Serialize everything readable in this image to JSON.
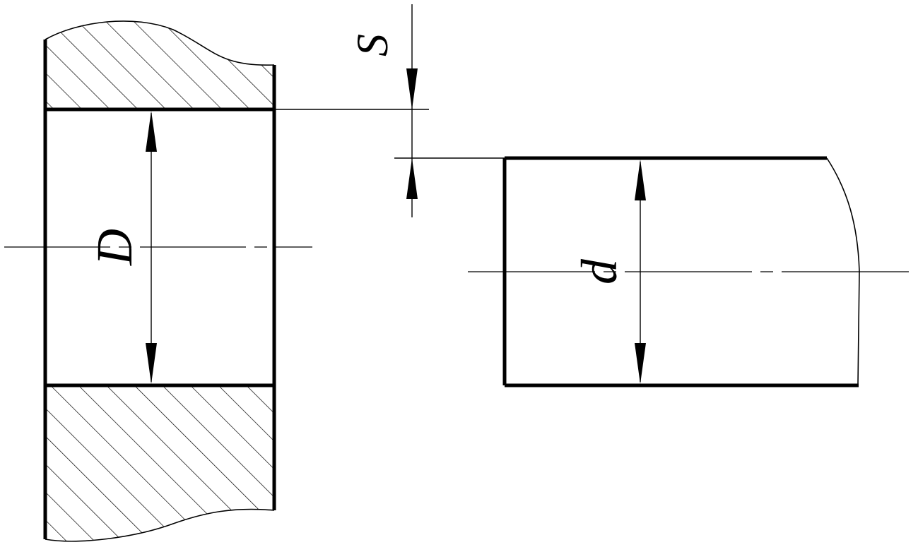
{
  "labels": {
    "bore_diameter": "D",
    "shaft_diameter": "d",
    "clearance": "S"
  }
}
